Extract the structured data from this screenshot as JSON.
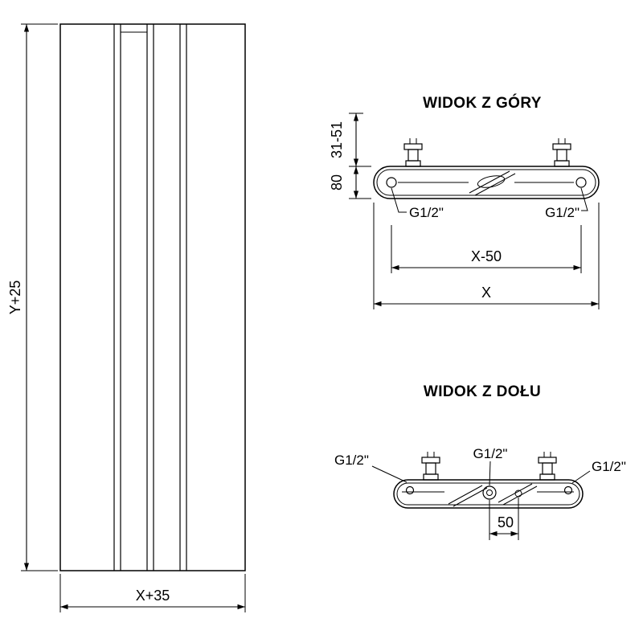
{
  "colors": {
    "line": "#000000",
    "background": "#ffffff"
  },
  "front_view": {
    "height_dim": "Y+25",
    "width_dim": "X+35"
  },
  "top_view": {
    "title": "WIDOK Z GÓRY",
    "wall_distance_dim": "31-51",
    "depth_dim": "80",
    "left_connection": "G1/2\"",
    "right_connection": "G1/2\"",
    "connection_spacing_dim": "X-50",
    "length_dim": "X"
  },
  "bottom_view": {
    "title": "WIDOK Z DOŁU",
    "left_connection": "G1/2\"",
    "center_connection": "G1/2\"",
    "right_connection": "G1/2\"",
    "center_spacing_dim": "50"
  }
}
